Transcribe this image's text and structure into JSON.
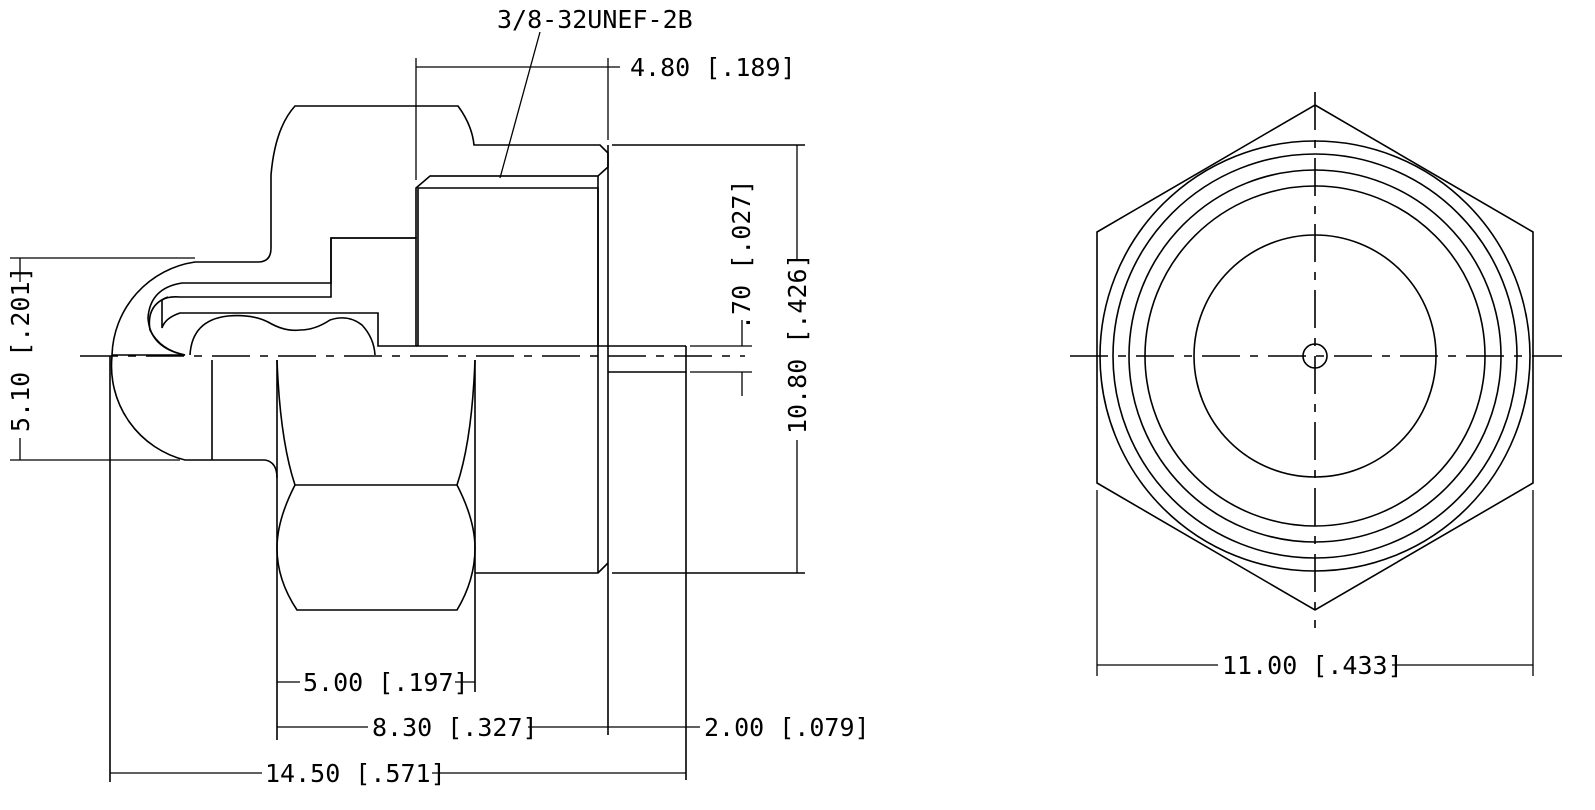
{
  "side_view": {
    "thread_callout": "3/8-32UNEF-2B",
    "dim_thread_length": "4.80 [.189]",
    "dim_gap": ".70 [.027]",
    "dim_overall_height": "10.80 [.426]",
    "dim_lip_radius": "5.10 [.201]",
    "dim_hex_length": "5.00 [.197]",
    "dim_body_length": "8.30 [.327]",
    "dim_stub_length": "2.00 [.079]",
    "dim_overall_length": "14.50 [.571]"
  },
  "end_view": {
    "dim_across_flats": "11.00 [.433]"
  }
}
